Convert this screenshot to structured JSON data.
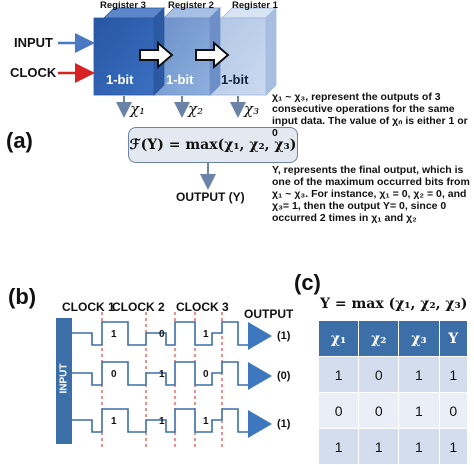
{
  "panel_a": {
    "label": "(a)",
    "register_titles": [
      "Register 3",
      "Register 2",
      "Register 1"
    ],
    "bit_labels": [
      "1-bit",
      "1-bit",
      "1-bit"
    ],
    "input_label": "INPUT",
    "clock_label": "CLOCK",
    "outputs": [
      "χ₁",
      "χ₂",
      "χ₃"
    ],
    "formula": "ℱ(Υ) = max(χ₁, χ₂, χ₃)",
    "output_label": "OUTPUT (Υ)",
    "note1": "χ₁ ~ χ₃, represent the outputs of 3 consecutive operations for the same input data. The value of χₙ is either 1 or 0",
    "note2": "Υ, represents the final output, which is one of the maximum occurred bits from χ₁ ~ χ₃. For instance, χ₁ = 0, χ₂ = 0, and χ₃= 1, then the output Υ= 0, since 0 occurred 2 times in χ₁ and χ₂"
  },
  "panel_b": {
    "label": "(b)",
    "clock_labels": [
      "CLOCK 1",
      "CLOCK 2",
      "CLOCK 3"
    ],
    "output_title": "OUTPUT",
    "input_label": "INPUT",
    "rows": [
      {
        "pulses": [
          "1",
          "0",
          "1"
        ],
        "output": "(1)"
      },
      {
        "pulses": [
          "0",
          "1",
          "0"
        ],
        "output": "(0)"
      },
      {
        "pulses": [
          "1",
          "1",
          "1"
        ],
        "output": "(1)"
      }
    ]
  },
  "panel_c": {
    "label": "(c)",
    "formula": "Υ = max (χ₁, χ₂, χ₃)",
    "headers": [
      "χ₁",
      "χ₂",
      "χ₃",
      "Υ"
    ],
    "rows": [
      [
        "1",
        "0",
        "1",
        "1"
      ],
      [
        "0",
        "0",
        "1",
        "0"
      ],
      [
        "1",
        "1",
        "1",
        "1"
      ]
    ]
  },
  "colors": {
    "register_dark": "#2f63b0",
    "register_mid": "#7d9fd3",
    "register_light": "#bccfea",
    "input_arrow": "#4a78c2",
    "clock_arrow": "#d62222",
    "trace": "#3c6ea7",
    "clock_dash": "#d62222",
    "buffer": "#3d78be"
  }
}
